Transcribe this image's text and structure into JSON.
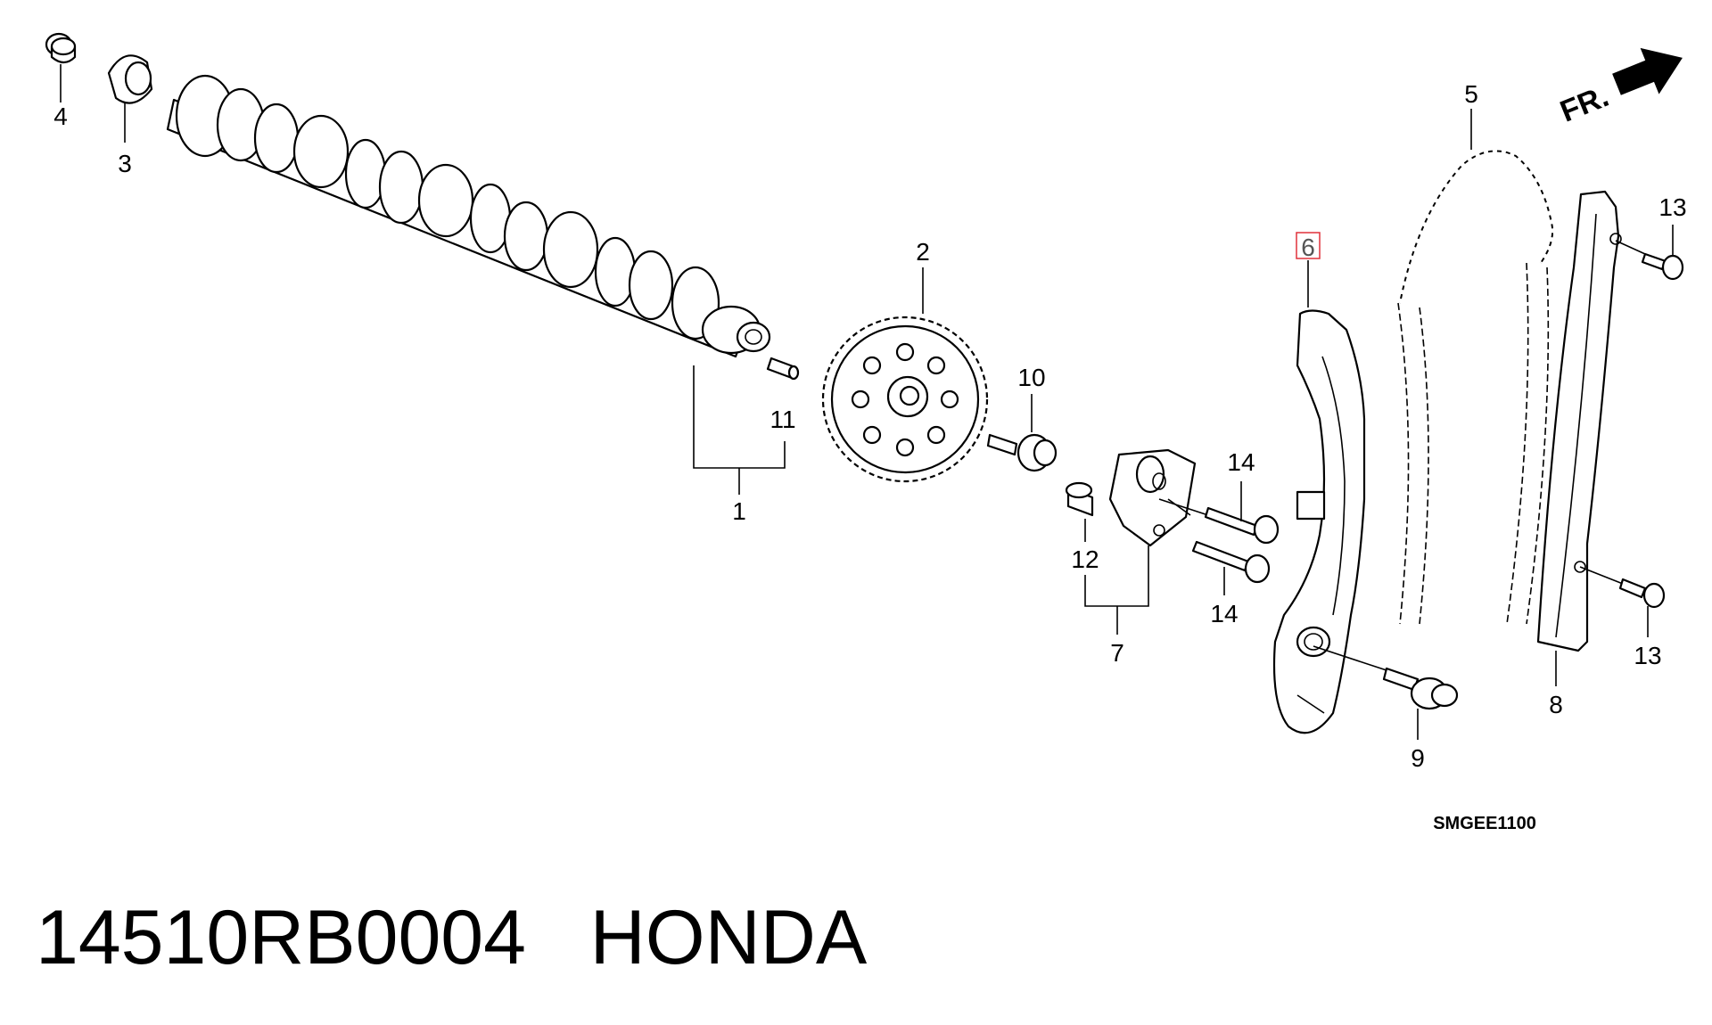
{
  "diagram": {
    "callouts": [
      "1",
      "2",
      "3",
      "4",
      "5",
      "6",
      "7",
      "8",
      "9",
      "10",
      "11",
      "12",
      "13",
      "13",
      "14",
      "14"
    ],
    "highlighted_callout": "6",
    "highlight_color": "#e0303a",
    "direction_indicator": "FR.",
    "diagram_code": "SMGEE1100"
  },
  "caption": {
    "part_number": "14510RB0004",
    "brand": "HONDA",
    "text": "14510RB0004   HONDA"
  }
}
